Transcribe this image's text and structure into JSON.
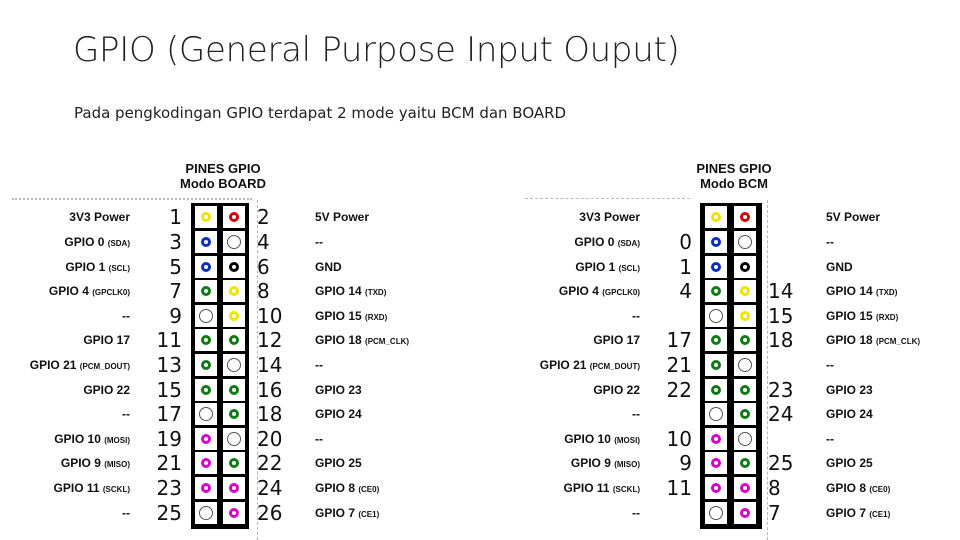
{
  "slide": {
    "title": "GPIO (General Purpose Input Ouput)",
    "subtitle": "Pada pengkodingan GPIO terdapat 2 mode yaitu BCM dan BOARD"
  },
  "colors": {
    "yellow": "#f2e200",
    "red": "#d40000",
    "blue": "#0a2ec2",
    "white": "#ffffff",
    "black": "#000000",
    "green": "#107a14",
    "magenta": "#d700c8"
  },
  "board": {
    "header_line1": "PINES GPIO",
    "header_line2": "Modo BOARD",
    "rows": [
      {
        "left": "3V3 Power",
        "left_sub": "",
        "ln": "1",
        "rn": "2",
        "right": "5V Power",
        "right_sub": "",
        "lc": "yellow",
        "rc": "red"
      },
      {
        "left": "GPIO 0",
        "left_sub": "(SDA)",
        "ln": "3",
        "rn": "4",
        "right": "--",
        "right_sub": "",
        "lc": "blue",
        "rc": "white"
      },
      {
        "left": "GPIO 1",
        "left_sub": "(SCL)",
        "ln": "5",
        "rn": "6",
        "right": "GND",
        "right_sub": "",
        "lc": "blue",
        "rc": "black"
      },
      {
        "left": "GPIO 4",
        "left_sub": "(GPCLK0)",
        "ln": "7",
        "rn": "8",
        "right": "GPIO 14",
        "right_sub": "(TXD)",
        "lc": "green",
        "rc": "yellow"
      },
      {
        "left": "--",
        "left_sub": "",
        "ln": "9",
        "rn": "10",
        "right": "GPIO 15",
        "right_sub": "(RXD)",
        "lc": "white",
        "rc": "yellow"
      },
      {
        "left": "GPIO 17",
        "left_sub": "",
        "ln": "11",
        "rn": "12",
        "right": "GPIO 18",
        "right_sub": "(PCM_CLK)",
        "lc": "green",
        "rc": "green"
      },
      {
        "left": "GPIO 21",
        "left_sub": "(PCM_DOUT)",
        "ln": "13",
        "rn": "14",
        "right": "--",
        "right_sub": "",
        "lc": "green",
        "rc": "white"
      },
      {
        "left": "GPIO 22",
        "left_sub": "",
        "ln": "15",
        "rn": "16",
        "right": "GPIO 23",
        "right_sub": "",
        "lc": "green",
        "rc": "green"
      },
      {
        "left": "--",
        "left_sub": "",
        "ln": "17",
        "rn": "18",
        "right": "GPIO 24",
        "right_sub": "",
        "lc": "white",
        "rc": "green"
      },
      {
        "left": "GPIO 10",
        "left_sub": "(MOSI)",
        "ln": "19",
        "rn": "20",
        "right": "--",
        "right_sub": "",
        "lc": "magenta",
        "rc": "white"
      },
      {
        "left": "GPIO 9",
        "left_sub": "(MISO)",
        "ln": "21",
        "rn": "22",
        "right": "GPIO 25",
        "right_sub": "",
        "lc": "magenta",
        "rc": "green"
      },
      {
        "left": "GPIO 11",
        "left_sub": "(SCKL)",
        "ln": "23",
        "rn": "24",
        "right": "GPIO 8",
        "right_sub": "(CE0)",
        "lc": "magenta",
        "rc": "magenta"
      },
      {
        "left": "--",
        "left_sub": "",
        "ln": "25",
        "rn": "26",
        "right": "GPIO 7",
        "right_sub": "(CE1)",
        "lc": "white",
        "rc": "magenta"
      }
    ]
  },
  "bcm": {
    "header_line1": "PINES GPIO",
    "header_line2": "Modo BCM",
    "rows": [
      {
        "left": "3V3 Power",
        "left_sub": "",
        "ln": "",
        "rn": "",
        "right": "5V Power",
        "right_sub": "",
        "lc": "yellow",
        "rc": "red"
      },
      {
        "left": "GPIO 0",
        "left_sub": "(SDA)",
        "ln": "0",
        "rn": "",
        "right": "--",
        "right_sub": "",
        "lc": "blue",
        "rc": "white"
      },
      {
        "left": "GPIO 1",
        "left_sub": "(SCL)",
        "ln": "1",
        "rn": "",
        "right": "GND",
        "right_sub": "",
        "lc": "blue",
        "rc": "black"
      },
      {
        "left": "GPIO 4",
        "left_sub": "(GPCLK0)",
        "ln": "4",
        "rn": "14",
        "right": "GPIO 14",
        "right_sub": "(TXD)",
        "lc": "green",
        "rc": "yellow"
      },
      {
        "left": "--",
        "left_sub": "",
        "ln": "",
        "rn": "15",
        "right": "GPIO 15",
        "right_sub": "(RXD)",
        "lc": "white",
        "rc": "yellow"
      },
      {
        "left": "GPIO 17",
        "left_sub": "",
        "ln": "17",
        "rn": "18",
        "right": "GPIO 18",
        "right_sub": "(PCM_CLK)",
        "lc": "green",
        "rc": "green"
      },
      {
        "left": "GPIO 21",
        "left_sub": "(PCM_DOUT)",
        "ln": "21",
        "rn": "",
        "right": "--",
        "right_sub": "",
        "lc": "green",
        "rc": "white"
      },
      {
        "left": "GPIO 22",
        "left_sub": "",
        "ln": "22",
        "rn": "23",
        "right": "GPIO 23",
        "right_sub": "",
        "lc": "green",
        "rc": "green"
      },
      {
        "left": "--",
        "left_sub": "",
        "ln": "",
        "rn": "24",
        "right": "GPIO 24",
        "right_sub": "",
        "lc": "white",
        "rc": "green"
      },
      {
        "left": "GPIO 10",
        "left_sub": "(MOSI)",
        "ln": "10",
        "rn": "",
        "right": "--",
        "right_sub": "",
        "lc": "magenta",
        "rc": "white"
      },
      {
        "left": "GPIO 9",
        "left_sub": "(MISO)",
        "ln": "9",
        "rn": "25",
        "right": "GPIO 25",
        "right_sub": "",
        "lc": "magenta",
        "rc": "green"
      },
      {
        "left": "GPIO 11",
        "left_sub": "(SCKL)",
        "ln": "11",
        "rn": "8",
        "right": "GPIO 8",
        "right_sub": "(CE0)",
        "lc": "magenta",
        "rc": "magenta"
      },
      {
        "left": "--",
        "left_sub": "",
        "ln": "",
        "rn": "7",
        "right": "GPIO 7",
        "right_sub": "(CE1)",
        "lc": "white",
        "rc": "magenta"
      }
    ]
  }
}
